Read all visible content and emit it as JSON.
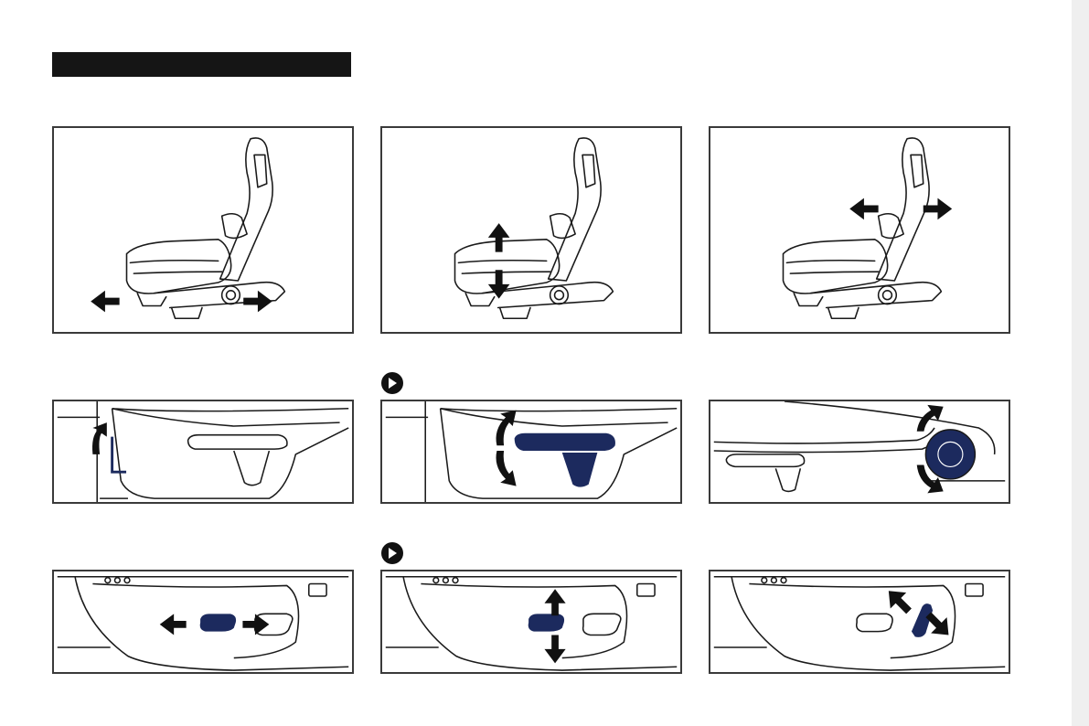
{
  "page": {
    "section_title": "",
    "colors": {
      "line": "#1a1a1a",
      "accent": "#1c2a5e",
      "title_bar": "#151515",
      "strip": "#efefef"
    }
  },
  "panels": [
    {
      "id": "seat-longitudinal",
      "icon": "seat-fore-aft-arrows-icon"
    },
    {
      "id": "seat-height",
      "icon": "seat-up-down-arrows-icon"
    },
    {
      "id": "seat-backrest",
      "icon": "backrest-tilt-arrows-icon"
    },
    {
      "id": "lever-fore-aft",
      "icon": "seat-lever-icon"
    },
    {
      "id": "lever-height",
      "icon": "height-lever-icon"
    },
    {
      "id": "backrest-wheel",
      "icon": "backrest-wheel-icon"
    },
    {
      "id": "switch-fore-aft",
      "icon": "power-seat-switch-icon"
    },
    {
      "id": "switch-height",
      "icon": "power-seat-switch-icon"
    },
    {
      "id": "switch-backrest",
      "icon": "power-backrest-switch-icon"
    }
  ],
  "notes": [
    {
      "icon": "note-arrow-icon"
    },
    {
      "icon": "note-arrow-icon"
    }
  ]
}
